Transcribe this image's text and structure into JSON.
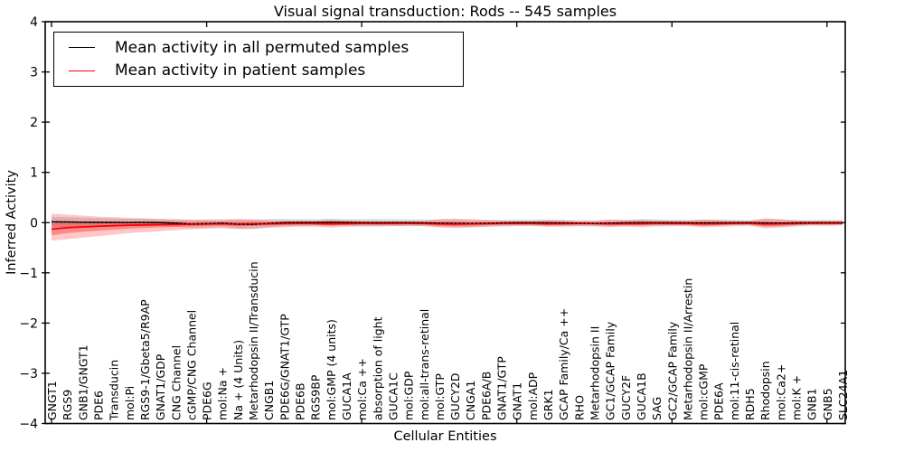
{
  "title": "Visual signal transduction: Rods -- 545 samples",
  "axes": {
    "x_label": "Cellular Entities",
    "y_label": "Inferred Activity",
    "y_tick_labels": [
      "4",
      "3",
      "2",
      "1",
      "0",
      "−1",
      "−2",
      "−3",
      "−4"
    ],
    "y_tick_values": [
      4,
      3,
      2,
      1,
      0,
      -1,
      -2,
      -3,
      -4
    ]
  },
  "legend": {
    "entries": [
      {
        "label": "Mean activity in all permuted samples",
        "color": "#000000"
      },
      {
        "label": "Mean activity in patient samples",
        "color": "#ff0000"
      }
    ]
  },
  "colors": {
    "permuted_line": "#000000",
    "patient_line": "#ff0000",
    "permuted_band": "rgba(70,70,70,0.18)",
    "patient_band": "rgba(255,0,0,0.22)",
    "patient_band_inner": "rgba(235,0,0,0.30)",
    "spine": "#000000",
    "text": "#000000"
  },
  "chart_data": {
    "type": "line",
    "title": "Visual signal transduction: Rods -- 545 samples",
    "xlabel": "Cellular Entities",
    "ylabel": "Inferred Activity",
    "ylim": [
      -4,
      4
    ],
    "grid": false,
    "legend_position": "upper left",
    "x_major_tick_indices": [
      0,
      10,
      20,
      30,
      40,
      50
    ],
    "categories": [
      "GNGT1",
      "RGS9",
      "GNB1/GNGT1",
      "PDE6",
      "Transducin",
      "mol:Pi",
      "RGS9-1/Gbeta5/R9AP",
      "GNAT1/GDP",
      "CNG Channel",
      "cGMP/CNG Channel",
      "PDE6G",
      "mol:Na +",
      "Na + (4 Units)",
      "Metarhodopsin II/Transducin",
      "CNGB1",
      "PDE6G/GNAT1/GTP",
      "PDE6B",
      "RGS9BP",
      "mol:GMP (4 units)",
      "GUCA1A",
      "mol:Ca ++",
      "absorption of light",
      "GUCA1C",
      "mol:GDP",
      "mol:all-trans-retinal",
      "mol:GTP",
      "GUCY2D",
      "CNGA1",
      "PDE6A/B",
      "GNAT1/GTP",
      "GNAT1",
      "mol:ADP",
      "GRK1",
      "GCAP Family/Ca ++",
      "RHO",
      "Metarhodopsin II",
      "GC1/GCAP Family",
      "GUCY2F",
      "GUCA1B",
      "SAG",
      "GC2/GCAP Family",
      "Metarhodopsin II/Arrestin",
      "mol:cGMP",
      "PDE6A",
      "mol:11-cis-retinal",
      "RDH5",
      "Rhodopsin",
      "mol:Ca2+",
      "mol:K +",
      "GNB1",
      "GNB5",
      "SLC24A1"
    ],
    "series": [
      {
        "name": "Mean activity in all permuted samples",
        "color": "#000000",
        "values": [
          0.015,
          0.012,
          0.008,
          0.005,
          0.003,
          0.002,
          0.004,
          0.0,
          -0.01,
          -0.028,
          -0.022,
          -0.01,
          -0.03,
          -0.035,
          -0.015,
          0.0,
          0.004,
          0.004,
          0.008,
          0.004,
          0.0,
          0.0,
          0.0,
          0.0,
          -0.004,
          -0.01,
          -0.015,
          -0.018,
          -0.012,
          -0.006,
          0.0,
          0.0,
          -0.004,
          -0.006,
          -0.01,
          -0.015,
          -0.01,
          -0.004,
          0.0,
          0.0,
          -0.002,
          -0.004,
          -0.006,
          -0.004,
          -0.002,
          0.0,
          -0.008,
          -0.01,
          -0.004,
          0.0,
          0.0,
          0.0
        ],
        "band_halfwidth": [
          0.1,
          0.095,
          0.09,
          0.085,
          0.08,
          0.075,
          0.075,
          0.07,
          0.075,
          0.08,
          0.085,
          0.08,
          0.09,
          0.095,
          0.085,
          0.075,
          0.07,
          0.065,
          0.07,
          0.065,
          0.07,
          0.075,
          0.07,
          0.065,
          0.065,
          0.07,
          0.075,
          0.07,
          0.065,
          0.06,
          0.06,
          0.06,
          0.065,
          0.06,
          0.055,
          0.06,
          0.065,
          0.06,
          0.065,
          0.06,
          0.055,
          0.055,
          0.065,
          0.06,
          0.055,
          0.05,
          0.08,
          0.07,
          0.055,
          0.05,
          0.055,
          0.05
        ]
      },
      {
        "name": "Mean activity in patient samples",
        "color": "#ff0000",
        "values": [
          -0.13,
          -0.1,
          -0.085,
          -0.072,
          -0.062,
          -0.052,
          -0.046,
          -0.04,
          -0.036,
          -0.03,
          -0.026,
          -0.022,
          -0.03,
          -0.026,
          -0.022,
          -0.018,
          -0.016,
          -0.018,
          -0.024,
          -0.02,
          -0.016,
          -0.018,
          -0.018,
          -0.016,
          -0.018,
          -0.024,
          -0.028,
          -0.024,
          -0.02,
          -0.016,
          -0.018,
          -0.018,
          -0.022,
          -0.02,
          -0.016,
          -0.018,
          -0.022,
          -0.02,
          -0.02,
          -0.016,
          -0.018,
          -0.018,
          -0.022,
          -0.02,
          -0.016,
          -0.015,
          -0.026,
          -0.022,
          -0.018,
          -0.014,
          -0.014,
          -0.012
        ],
        "band_upper": [
          0.18,
          0.16,
          0.14,
          0.12,
          0.11,
          0.095,
          0.085,
          0.075,
          0.065,
          0.06,
          0.055,
          0.05,
          0.075,
          0.065,
          0.05,
          0.04,
          0.035,
          0.035,
          0.06,
          0.045,
          0.035,
          0.03,
          0.03,
          0.03,
          0.035,
          0.07,
          0.08,
          0.07,
          0.055,
          0.04,
          0.03,
          0.03,
          0.05,
          0.045,
          0.035,
          0.035,
          0.06,
          0.05,
          0.06,
          0.045,
          0.04,
          0.04,
          0.065,
          0.055,
          0.035,
          0.03,
          0.085,
          0.07,
          0.045,
          0.03,
          0.035,
          0.03
        ],
        "band_lower": [
          -0.36,
          -0.33,
          -0.3,
          -0.27,
          -0.24,
          -0.21,
          -0.19,
          -0.17,
          -0.15,
          -0.135,
          -0.12,
          -0.11,
          -0.13,
          -0.12,
          -0.1,
          -0.09,
          -0.08,
          -0.08,
          -0.1,
          -0.085,
          -0.075,
          -0.07,
          -0.07,
          -0.065,
          -0.07,
          -0.1,
          -0.11,
          -0.1,
          -0.085,
          -0.075,
          -0.065,
          -0.065,
          -0.085,
          -0.08,
          -0.07,
          -0.07,
          -0.09,
          -0.08,
          -0.09,
          -0.075,
          -0.07,
          -0.07,
          -0.095,
          -0.085,
          -0.07,
          -0.065,
          -0.115,
          -0.1,
          -0.075,
          -0.06,
          -0.065,
          -0.055
        ]
      }
    ]
  }
}
